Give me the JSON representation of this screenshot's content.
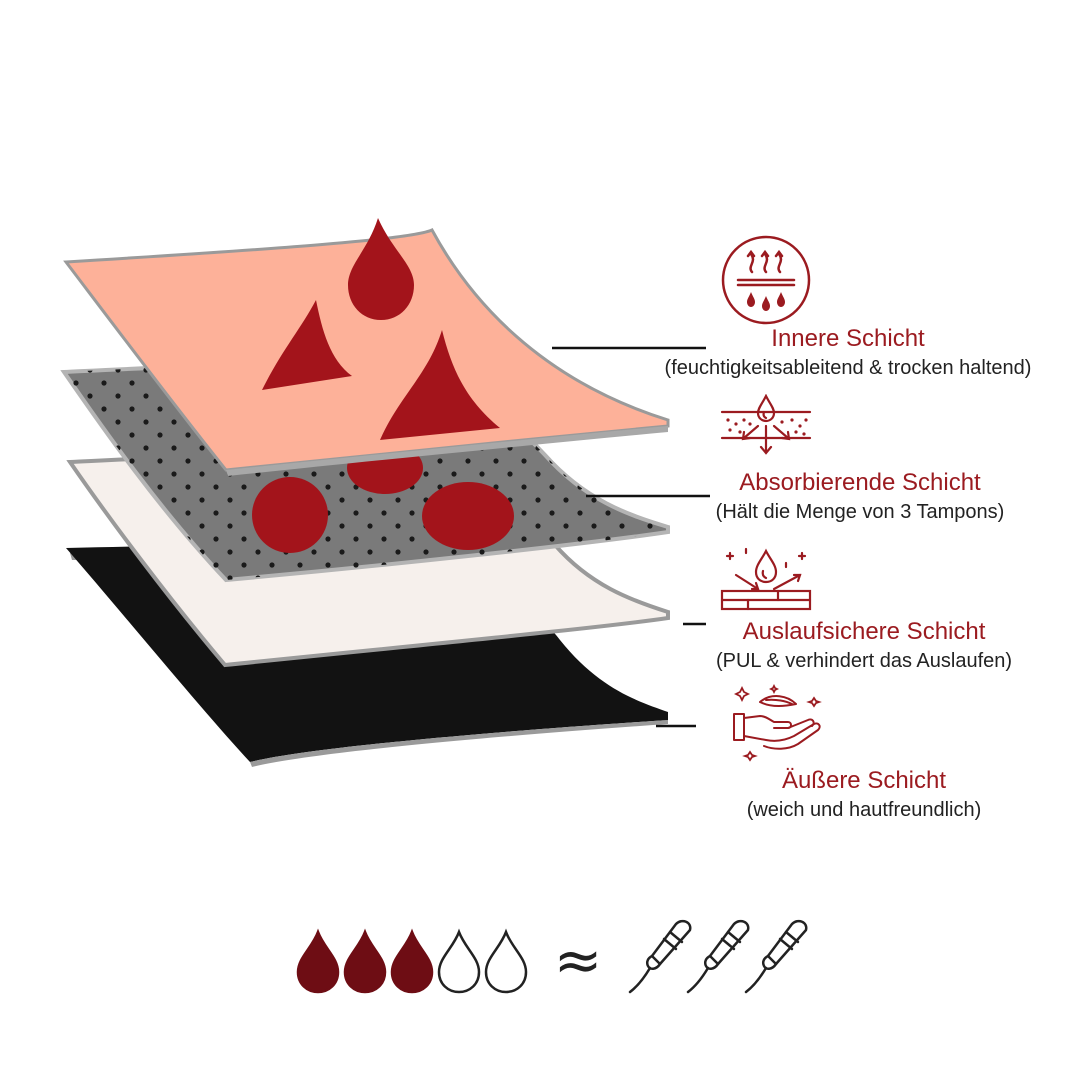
{
  "colors": {
    "accent": "#9b1b20",
    "drop_red": "#a3141b",
    "inner_layer": "#fdb199",
    "absorbent_layer": "#7a7a7a",
    "leakproof_layer": "#f6f0ec",
    "outer_layer": "#121212",
    "rating_drop": "#6e0d14"
  },
  "layers": [
    {
      "id": "inner",
      "title": "Innere Schicht",
      "subtitle": "(feuchtigkeitsableitend & trocken haltend)",
      "icon": "wicking-icon"
    },
    {
      "id": "absorbent",
      "title": "Absorbierende Schicht",
      "subtitle": "(Hält die Menge von 3 Tampons)",
      "icon": "absorption-icon"
    },
    {
      "id": "leakproof",
      "title": "Auslaufsichere Schicht",
      "subtitle": "(PUL & verhindert das Auslaufen)",
      "icon": "leakproof-icon"
    },
    {
      "id": "outer",
      "title": "Äußere Schicht",
      "subtitle": "(weich und hautfreundlich)",
      "icon": "soft-hand-icon"
    }
  ],
  "absorbency": {
    "filled_drops": 3,
    "total_drops": 5,
    "symbol": "≈",
    "tampons": 3
  }
}
